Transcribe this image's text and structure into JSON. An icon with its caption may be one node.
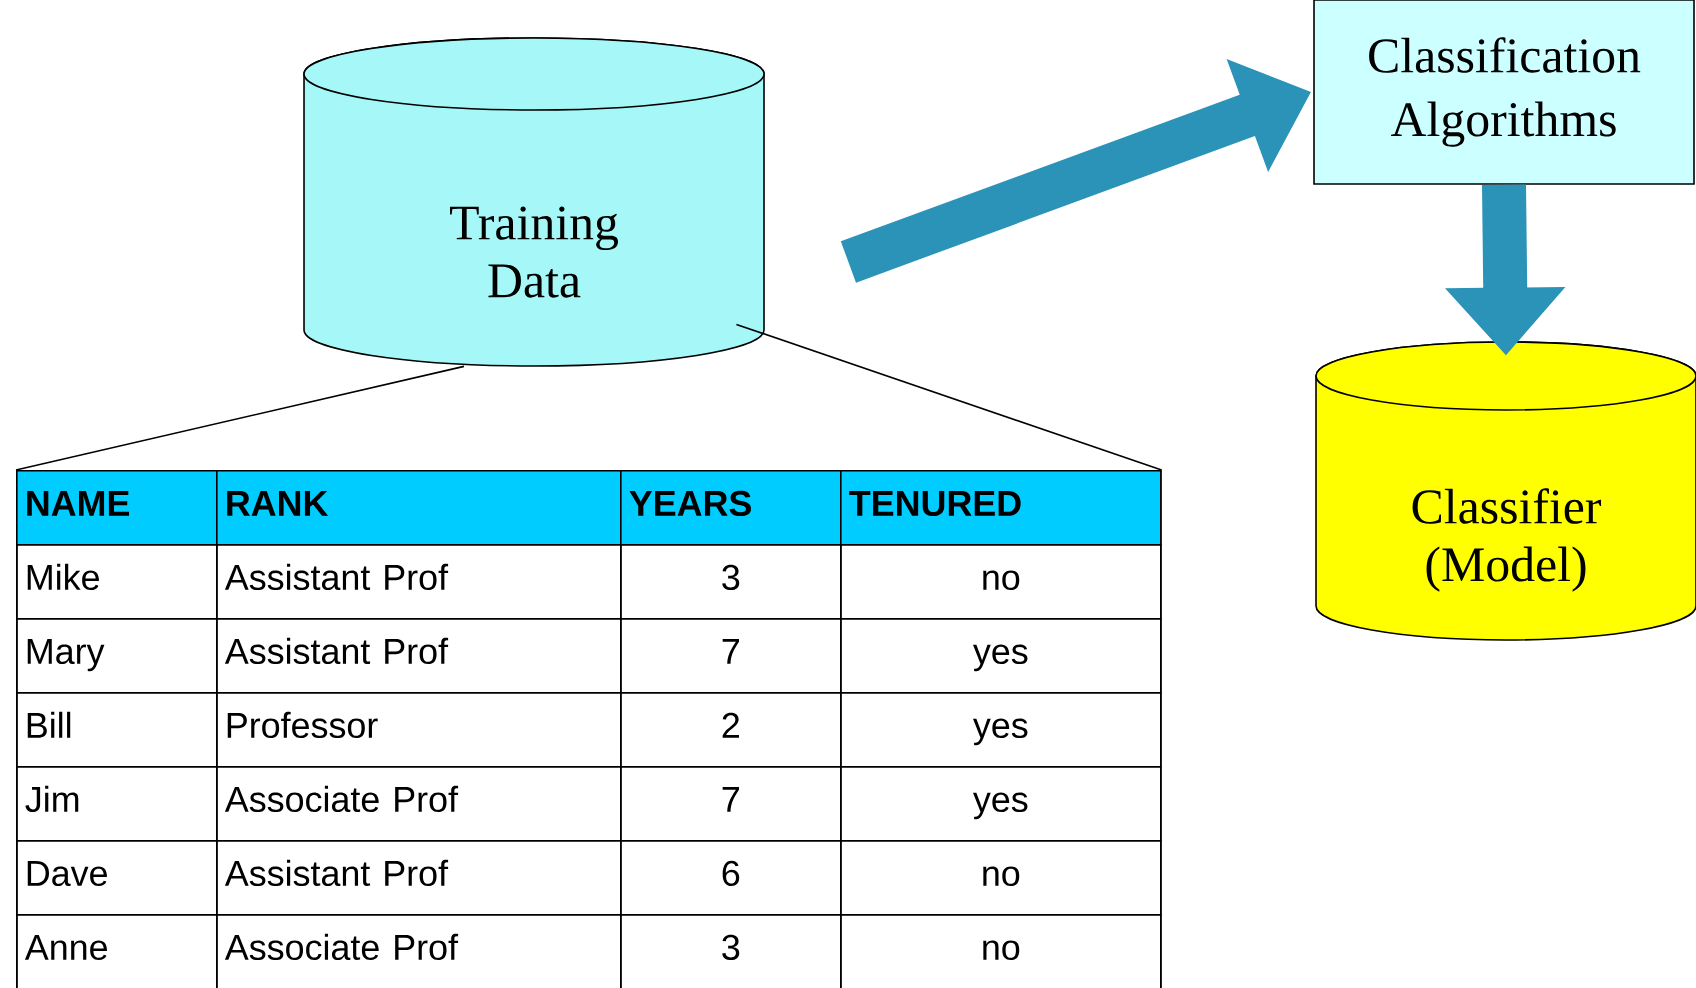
{
  "diagram": {
    "nodes": [
      {
        "text": [
          "Training Data"
        ]
      },
      {
        "text": [
          "Classification Algorithms"
        ]
      },
      {
        "text": [
          "Classifier (Model)"
        ]
      },
      {
        "text": [],
        "shape": "box"
      }
    ],
    "edges": [
      {
        "from": 0,
        "to": 1,
        "arrow": "to",
        "style": "thick"
      },
      {
        "from": 1,
        "to": 2,
        "arrow": "to",
        "style": "thick"
      },
      {
        "from": 0,
        "to": 3,
        "arrow": "none",
        "color": "#000000"
      },
      {
        "from": 0,
        "to": 3,
        "arrow": "none",
        "color": "#000000"
      }
    ],
    "labels": [
      "NAME",
      "RANK",
      "YEARS",
      "TENURED",
      "Mike",
      "Assistant Prof",
      "3",
      "no",
      "Mary",
      "Assistant Prof",
      "7",
      "yes",
      "Bill",
      "Professor",
      "2",
      "yes",
      "Jim",
      "Associate Prof",
      "7",
      "yes",
      "Dave",
      "Assistant Prof",
      "6",
      "no",
      "Anne",
      "Associate Prof",
      "3",
      "no"
    ]
  }
}
